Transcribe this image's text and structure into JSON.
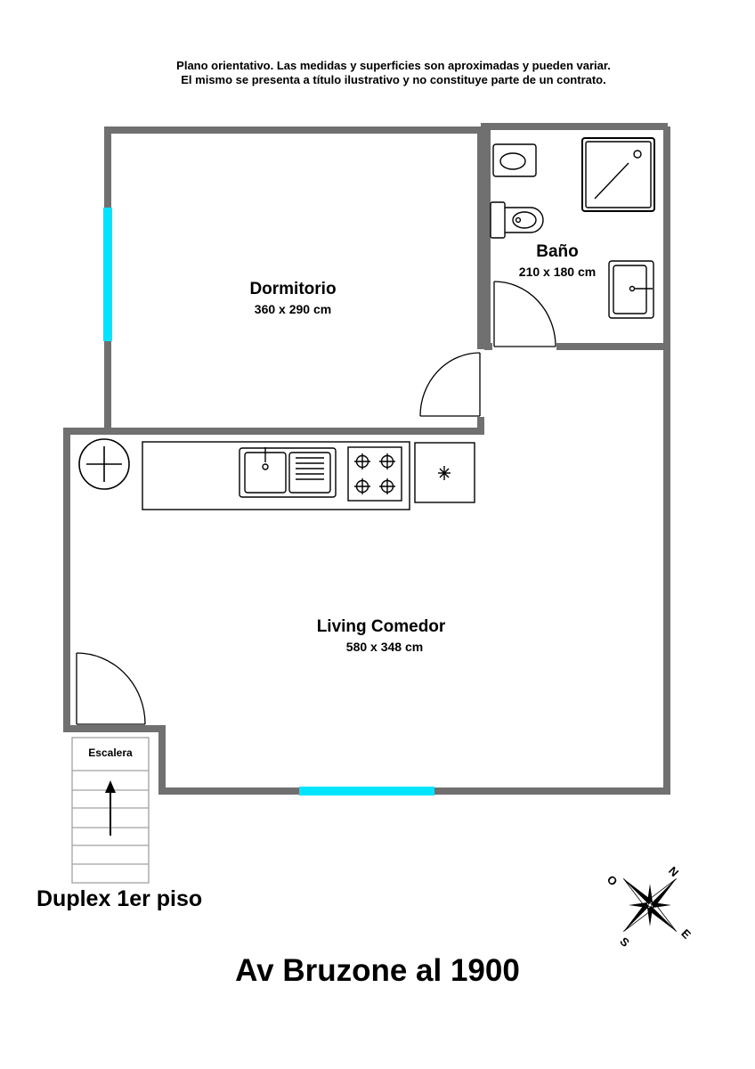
{
  "disclaimer": {
    "line1": "Plano orientativo. Las medidas y superficies son aproximadas y pueden variar.",
    "line2": "El mismo se presenta a título ilustrativo y no constituye parte de un contrato."
  },
  "rooms": {
    "dormitorio": {
      "name": "Dormitorio",
      "dimensions": "360 x 290 cm"
    },
    "bano": {
      "name": "Baño",
      "dimensions": "210 x 180 cm"
    },
    "living": {
      "name": "Living Comedor",
      "dimensions": "580 x 348 cm"
    }
  },
  "stairs": {
    "label": "Escalera"
  },
  "floor_label": "Duplex 1er piso",
  "address": "Av Bruzone al 1900",
  "compass": {
    "north": "N",
    "east": "E",
    "south": "S",
    "west": "O"
  },
  "colors": {
    "wall": "#707070",
    "window": "#00e5ff",
    "line": "#000000"
  }
}
